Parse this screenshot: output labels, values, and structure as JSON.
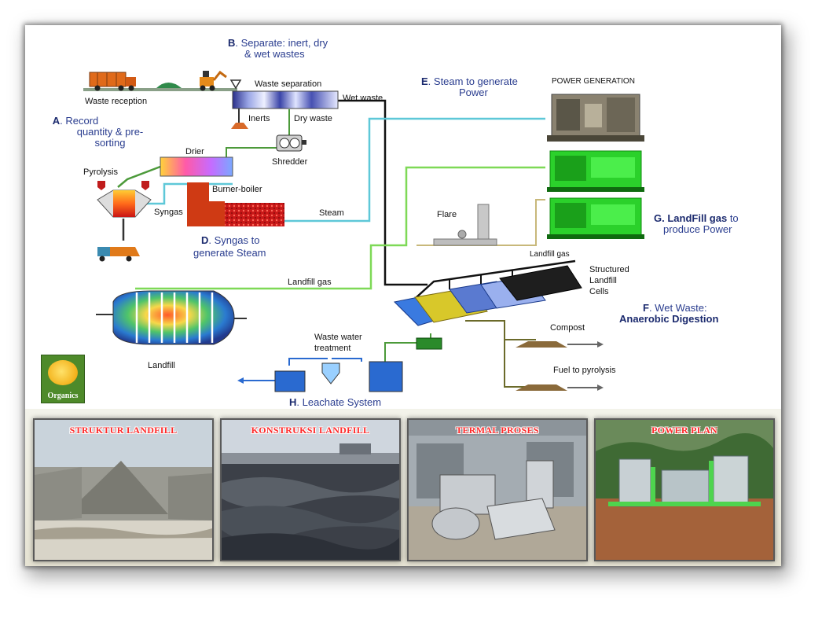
{
  "stages": {
    "a_letter": "A",
    "a_line1": ". Record",
    "a_line2": "quantity & pre-",
    "a_line3": "sorting",
    "b_letter": "B",
    "b_line1": ". Separate: inert, dry",
    "b_line2": "& wet wastes",
    "d_letter": "D",
    "d_line1": ". Syngas to",
    "d_line2": "generate Steam",
    "e_letter": "E",
    "e_line1": ". Steam to generate",
    "e_line2": "Power",
    "f_letter": "F",
    "f_line1": ". Wet Waste:",
    "f_line2": "Anaerobic Digestion",
    "g_letter": "G",
    "g_line1_bold": ". LandFill gas",
    "g_line1_rest": " to",
    "g_line2": "produce Power",
    "h_letter": "H",
    "h_line1": ". Leachate System"
  },
  "labels": {
    "waste_reception": "Waste reception",
    "waste_separation": "Waste separation",
    "wet_waste": "Wet waste",
    "inerts": "Inerts",
    "dry_waste": "Dry waste",
    "shredder": "Shredder",
    "drier": "Drier",
    "pyrolysis": "Pyrolysis",
    "syngas": "Syngas",
    "burner_boiler": "Burner-boiler",
    "steam": "Steam",
    "power_generation": "POWER GENERATION",
    "flare": "Flare",
    "landfill_gas_upper": "Landfill gas",
    "landfill_gas_lower": "Landfill gas",
    "structured_1": "Structured",
    "structured_2": "Landfill",
    "structured_3": "Cells",
    "compost": "Compost",
    "fuel_to_pyrolysis": "Fuel to pyrolysis",
    "waste_water_1": "Waste water",
    "waste_water_2": "treatment",
    "landfill": "Landfill"
  },
  "logo": {
    "text": "Organics"
  },
  "photos": [
    {
      "title": "STRUKTUR LANDFILL"
    },
    {
      "title": "KONSTRUKSI LANDFILL"
    },
    {
      "title": "TERMAL PROSES"
    },
    {
      "title": "POWER PLAN"
    }
  ],
  "colors": {
    "stage_text": "#2a3d8f",
    "steam_line": "#5ec8d8",
    "gas_line": "#7ed957",
    "photo_title": "#ff2a2a"
  }
}
